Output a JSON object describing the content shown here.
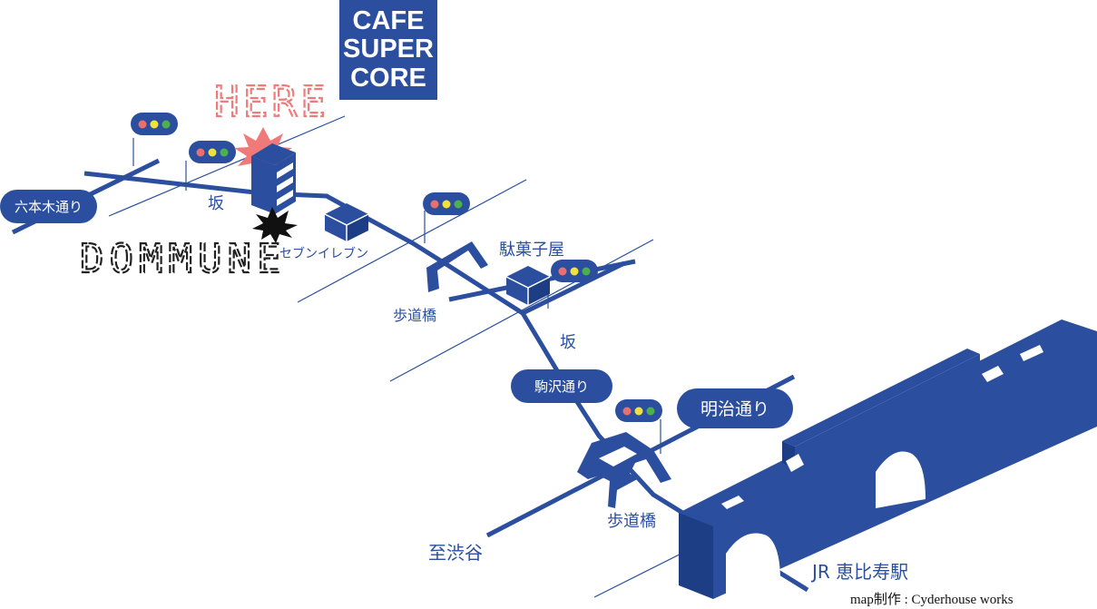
{
  "colors": {
    "map_blue": "#2b4f9e",
    "here_red": "#f07a7a",
    "signal_red": "#e87070",
    "signal_yellow": "#f0e040",
    "signal_green": "#4caf50",
    "white": "#ffffff"
  },
  "logo": {
    "line1": "CAFE",
    "line2": "SUPER",
    "line3": "CORE"
  },
  "here_label": "HERE",
  "venue_label": "DOMMUNE",
  "streets": {
    "roppongi": "六本木通り",
    "komazawa": "駒沢通り",
    "meiji": "明治通り"
  },
  "labels": {
    "slope_top": "坂",
    "seven_eleven": "セブンイレブン",
    "footbridge_upper": "歩道橋",
    "candy_shop": "駄菓子屋",
    "slope_middle": "坂",
    "footbridge_lower": "歩道橋",
    "to_shibuya": "至渋谷",
    "jr_ebisu": "JR 恵比寿駅"
  },
  "icons": [
    "traffic-signal-icon",
    "building-icon",
    "starburst-icon",
    "store-cube-icon",
    "footbridge-icon",
    "train-icon"
  ],
  "credit": "map制作 : Cyderhouse works"
}
